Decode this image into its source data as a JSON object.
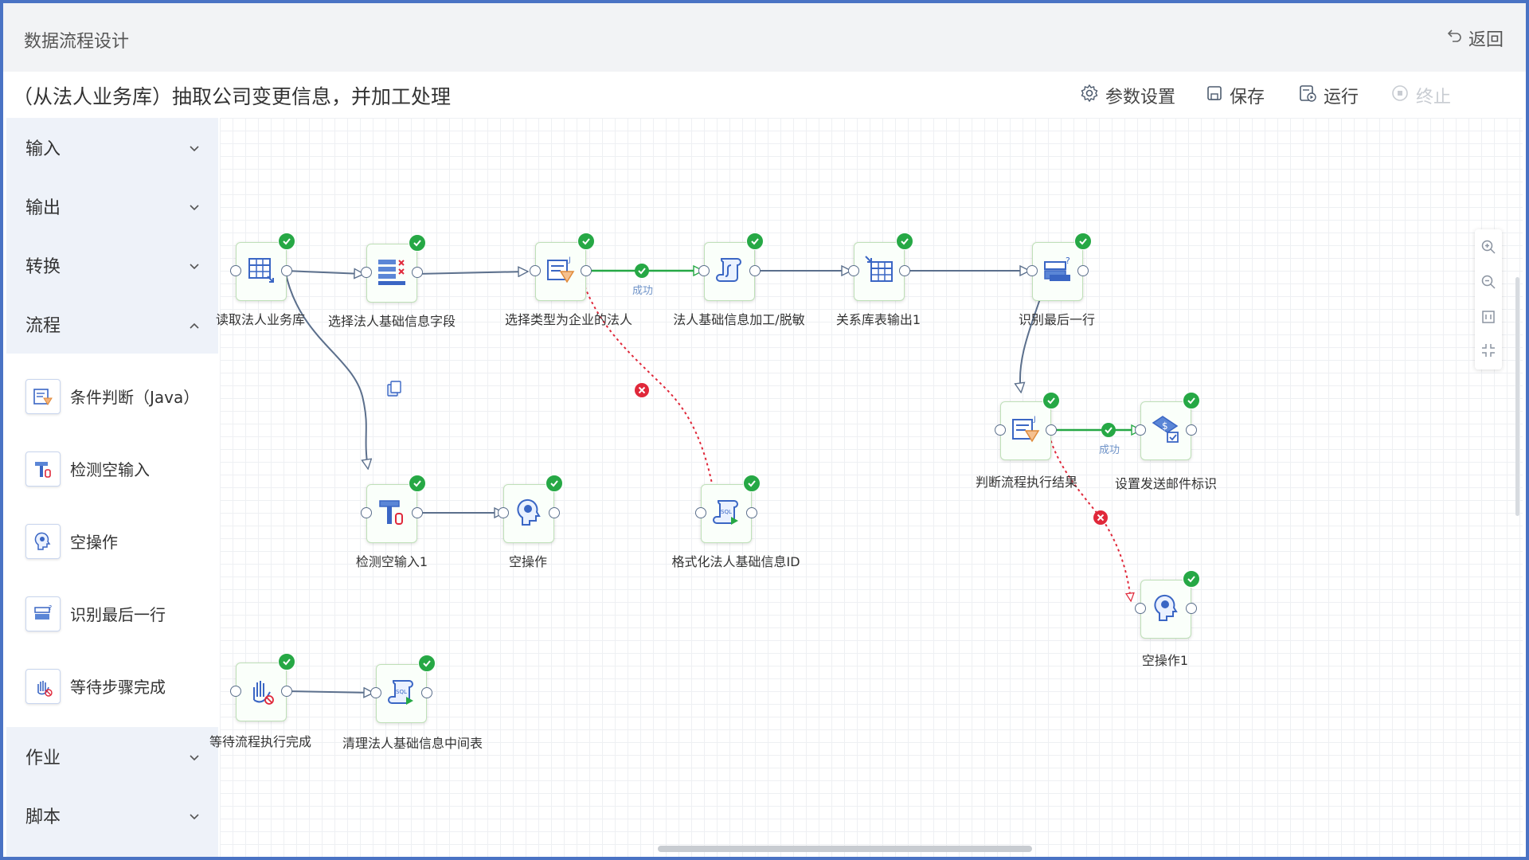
{
  "window": {
    "title": "数据流程设计",
    "back_label": "返回"
  },
  "toolbar": {
    "flow_name": "（从法人业务库）抽取公司变更信息，并加工处理",
    "params_label": "参数设置",
    "save_label": "保存",
    "run_label": "运行",
    "stop_label": "终止"
  },
  "sidebar": {
    "categories_top": [
      {
        "label": "输入",
        "expanded": false
      },
      {
        "label": "输出",
        "expanded": false
      },
      {
        "label": "转换",
        "expanded": false
      },
      {
        "label": "流程",
        "expanded": true
      }
    ],
    "flow_tools": [
      {
        "label": "条件判断（Java）",
        "icon": "condition-java-icon"
      },
      {
        "label": "检测空输入",
        "icon": "detect-empty-input-icon"
      },
      {
        "label": "空操作",
        "icon": "dummy-op-icon"
      },
      {
        "label": "识别最后一行",
        "icon": "identify-last-row-icon"
      },
      {
        "label": "等待步骤完成",
        "icon": "wait-step-icon"
      }
    ],
    "categories_bottom": [
      {
        "label": "作业",
        "expanded": false
      },
      {
        "label": "脚本",
        "expanded": false
      }
    ]
  },
  "canvas": {
    "nodes": [
      {
        "id": "n1",
        "label": "读取法人业务库",
        "icon": "table-input-icon",
        "status": "success"
      },
      {
        "id": "n2",
        "label": "选择法人基础信息字段",
        "icon": "select-fields-icon",
        "status": "success"
      },
      {
        "id": "n3",
        "label": "选择类型为企业的法人",
        "icon": "filter-java-icon",
        "status": "success"
      },
      {
        "id": "n4",
        "label": "法人基础信息加工/脱敏",
        "icon": "script-icon",
        "status": "success"
      },
      {
        "id": "n5",
        "label": "关系库表输出1",
        "icon": "table-output-icon",
        "status": "success"
      },
      {
        "id": "n6",
        "label": "识别最后一行",
        "icon": "identify-last-row-icon",
        "status": "success"
      },
      {
        "id": "n7",
        "label": "检测空输入1",
        "icon": "detect-empty-input-icon",
        "status": "success"
      },
      {
        "id": "n8",
        "label": "空操作",
        "icon": "dummy-op-icon",
        "status": "success"
      },
      {
        "id": "n9",
        "label": "格式化法人基础信息ID",
        "icon": "sql-script-icon",
        "status": "success"
      },
      {
        "id": "n10",
        "label": "判断流程执行结果",
        "icon": "filter-java-icon",
        "status": "success"
      },
      {
        "id": "n11",
        "label": "设置发送邮件标识",
        "icon": "set-variable-icon",
        "status": "success"
      },
      {
        "id": "n12",
        "label": "空操作1",
        "icon": "dummy-op-icon",
        "status": "success"
      },
      {
        "id": "n13",
        "label": "等待流程执行完成",
        "icon": "wait-step-icon",
        "status": "success"
      },
      {
        "id": "n14",
        "label": "清理法人基础信息中间表",
        "icon": "sql-script-icon",
        "status": "success"
      }
    ],
    "success_label": "成功"
  },
  "colors": {
    "accent": "#4a73c4",
    "success_green": "#26a845",
    "error_red": "#e0283a",
    "link_gray": "#5b6f8c",
    "sidebar_bg": "#eef2f9"
  }
}
